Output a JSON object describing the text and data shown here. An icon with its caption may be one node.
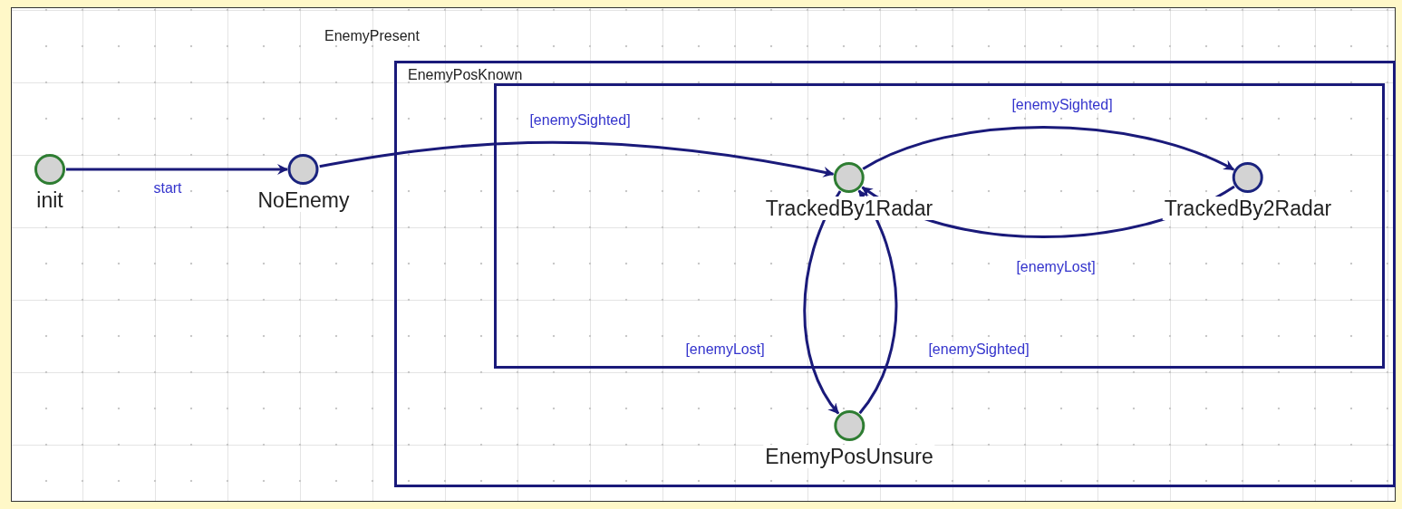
{
  "diagram": {
    "nodes": [
      {
        "text": [
          "init"
        ]
      },
      {
        "text": [
          "NoEnemy"
        ]
      },
      {
        "text": [
          "EnemyPresent"
        ]
      },
      {
        "text": [
          "EnemyPosKnown"
        ],
        "in": 2
      },
      {
        "text": [
          "TrackedBy1Radar"
        ],
        "in": 3
      },
      {
        "text": [
          "TrackedBy2Radar"
        ],
        "in": 3
      },
      {
        "text": [
          "EnemyPosUnsure"
        ],
        "in": 2
      }
    ],
    "edges": [
      {
        "from": 0,
        "to": 1,
        "arrow": "to",
        "label": "start"
      },
      {
        "from": 1,
        "to": 4,
        "arrow": "to",
        "label": "[enemySighted]"
      },
      {
        "from": 4,
        "to": 5,
        "arrow": "to",
        "label": "[enemySighted]"
      },
      {
        "from": 5,
        "to": 4,
        "arrow": "to",
        "label": "[enemyLost]"
      },
      {
        "from": 4,
        "to": 6,
        "arrow": "to",
        "label": "[enemyLost]"
      },
      {
        "from": 6,
        "to": 4,
        "arrow": "to",
        "label": "[enemySighted]"
      }
    ]
  }
}
